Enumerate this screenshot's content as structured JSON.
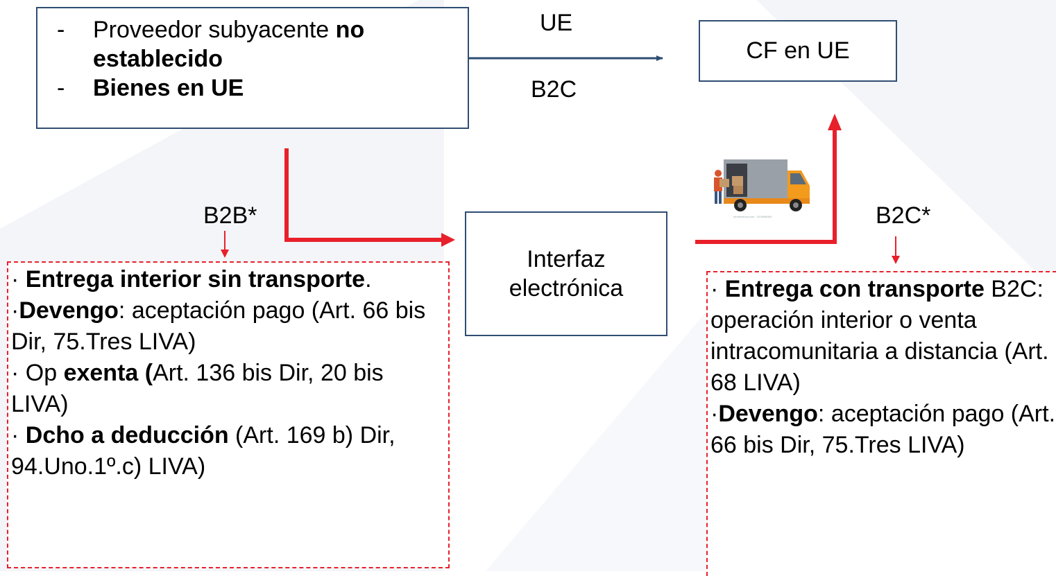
{
  "supplier_box": {
    "items": [
      {
        "bullet": "-",
        "parts": [
          {
            "text": "Proveedor subyacente ",
            "bold": false
          },
          {
            "text": "no establecido",
            "bold": true
          }
        ]
      },
      {
        "bullet": "-",
        "parts": [
          {
            "text": "Bienes en UE",
            "bold": true
          }
        ]
      }
    ]
  },
  "consumer_box": {
    "label": "CF en UE"
  },
  "interface_box": {
    "line1": "Interfaz",
    "line2": "electrónica"
  },
  "edge_labels": {
    "top_above": "UE",
    "top_below": "B2C",
    "left": "B2B*",
    "right": "B2C*"
  },
  "left_note": {
    "paragraphs": [
      [
        {
          "text": "· ",
          "bold": false
        },
        {
          "text": "Entrega interior sin transporte",
          "bold": true
        },
        {
          "text": ".",
          "bold": false
        }
      ],
      [
        {
          "text": "·",
          "bold": false
        },
        {
          "text": "Devengo",
          "bold": true
        },
        {
          "text": ": aceptación pago (Art. 66 bis Dir, 75.Tres LIVA)",
          "bold": false
        }
      ],
      [
        {
          "text": "· Op ",
          "bold": false
        },
        {
          "text": "exenta (",
          "bold": true
        },
        {
          "text": "Art. 136 bis Dir, 20 bis LIVA)",
          "bold": false
        }
      ],
      [
        {
          "text": "· ",
          "bold": false
        },
        {
          "text": "Dcho a deducción",
          "bold": true
        },
        {
          "text": " (Art. 169 b) Dir, 94.Uno.1º.c) LIVA)",
          "bold": false
        }
      ]
    ]
  },
  "right_note": {
    "paragraphs": [
      [
        {
          "text": "· ",
          "bold": false
        },
        {
          "text": "Entrega con transporte",
          "bold": true
        },
        {
          "text": " B2C: operación interior o venta intracomunitaria a distancia (Art. 68 LIVA)",
          "bold": false
        }
      ],
      [
        {
          "text": "·",
          "bold": false
        },
        {
          "text": "Devengo",
          "bold": true
        },
        {
          "text": ": aceptación pago (Art. 66 bis Dir, 75.Tres LIVA)",
          "bold": false
        }
      ]
    ]
  },
  "truck_image": {
    "icon": "delivery-truck-icon",
    "caption": "shutterstock.com · 1115986460"
  },
  "colors": {
    "box_border": "#2f4d72",
    "arrow_blue": "#2f4d72",
    "arrow_red": "#e8202a",
    "dashed_border": "#e8202a",
    "background_shape": "#f1f4f8"
  }
}
